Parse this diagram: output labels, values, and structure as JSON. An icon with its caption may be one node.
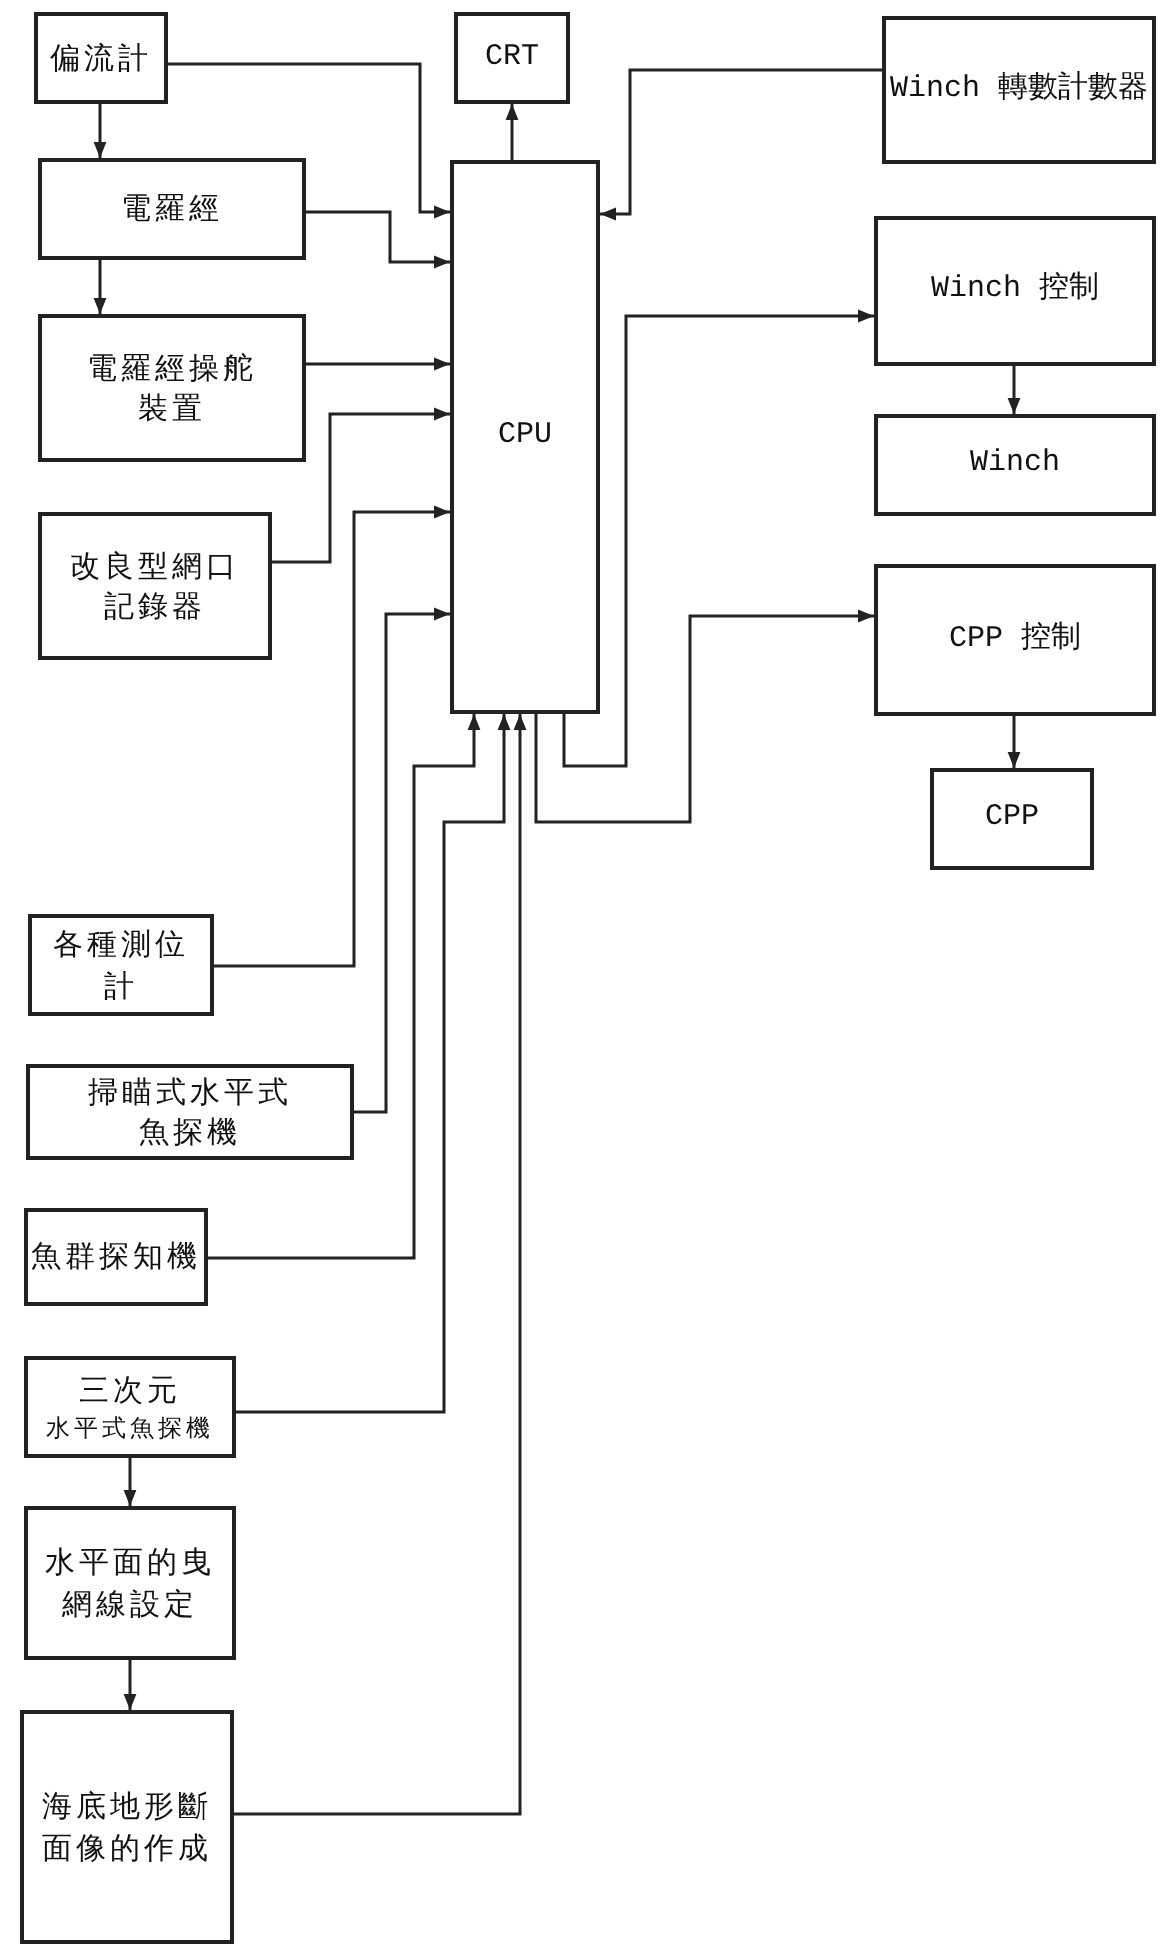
{
  "diagram": {
    "nodes": [
      {
        "text": [
          "偏流計"
        ]
      },
      {
        "text": [
          "電羅經"
        ]
      },
      {
        "text": [
          "電羅經操舵裝置"
        ]
      },
      {
        "text": [
          "改良型網口記錄器"
        ]
      },
      {
        "text": [
          "CRT"
        ]
      },
      {
        "text": [
          "CPU"
        ]
      },
      {
        "text": [
          "Winch 轉數計數器"
        ]
      },
      {
        "text": [
          "Winch 控制"
        ]
      },
      {
        "text": [
          "Winch"
        ]
      },
      {
        "text": [
          "CPP 控制"
        ]
      },
      {
        "text": [
          "CPP"
        ]
      },
      {
        "text": [
          "各種測位計"
        ]
      },
      {
        "text": [
          "掃瞄式水平式魚探機"
        ]
      },
      {
        "text": [
          "魚群探知機"
        ]
      },
      {
        "text": [
          "三次元",
          "水平式魚探機"
        ]
      },
      {
        "text": [
          "水平面的曳網線設定"
        ]
      },
      {
        "text": [
          "海底地形斷面像的作成"
        ]
      }
    ],
    "edges": [
      {
        "from": 0,
        "to": 1,
        "arrow": "to"
      },
      {
        "from": 1,
        "to": 2,
        "arrow": "to"
      },
      {
        "from": 0,
        "to": 5,
        "arrow": "to"
      },
      {
        "from": 1,
        "to": 5,
        "arrow": "to"
      },
      {
        "from": 2,
        "to": 5,
        "arrow": "to"
      },
      {
        "from": 3,
        "to": 5,
        "arrow": "to"
      },
      {
        "from": 11,
        "to": 5,
        "arrow": "to"
      },
      {
        "from": 12,
        "to": 5,
        "arrow": "to"
      },
      {
        "from": 13,
        "to": 5,
        "arrow": "to"
      },
      {
        "from": 14,
        "to": 5,
        "arrow": "to"
      },
      {
        "from": 16,
        "to": 5,
        "arrow": "to"
      },
      {
        "from": 14,
        "to": 15,
        "arrow": "to"
      },
      {
        "from": 15,
        "to": 16,
        "arrow": "to"
      },
      {
        "from": 5,
        "to": 4,
        "arrow": "to"
      },
      {
        "from": 6,
        "to": 5,
        "arrow": "to"
      },
      {
        "from": 5,
        "to": 7,
        "arrow": "to"
      },
      {
        "from": 5,
        "to": 9,
        "arrow": "to"
      },
      {
        "from": 7,
        "to": 8,
        "arrow": "to"
      },
      {
        "from": 9,
        "to": 10,
        "arrow": "to"
      }
    ]
  }
}
